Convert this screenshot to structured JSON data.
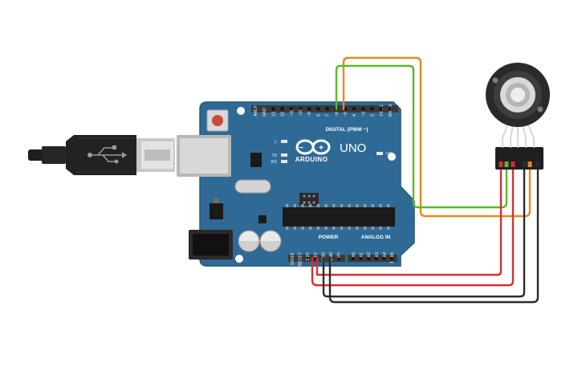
{
  "board": {
    "brand": "ARDUINO",
    "model": "UNO",
    "digital_header": "DIGITAL (PWM ~)",
    "power_header": "POWER",
    "analog_header": "ANALOG IN",
    "led_l": "L",
    "led_tx": "TX",
    "led_rx": "RX",
    "led_on": "ON",
    "digital_pins": [
      "AREF",
      "GND",
      "13",
      "12",
      "~11",
      "~10",
      "~9",
      "8",
      "7",
      "~6",
      "~5",
      "4",
      "~3",
      "2",
      "TX→1",
      "RX←0"
    ],
    "power_pins": [
      "IOREF",
      "RESET",
      "3.3V",
      "5V",
      "GND",
      "GND",
      "Vin"
    ],
    "analog_pins": [
      "A0",
      "A1",
      "A2",
      "A3",
      "A4",
      "A5"
    ]
  },
  "wires": [
    {
      "id": "wire-orange",
      "color": "#e8891b"
    },
    {
      "id": "wire-green",
      "color": "#5cb82b"
    },
    {
      "id": "wire-red-1",
      "color": "#d32f2f"
    },
    {
      "id": "wire-red-2",
      "color": "#d32f2f"
    },
    {
      "id": "wire-black-1",
      "color": "#2b2b2b"
    },
    {
      "id": "wire-black-2",
      "color": "#2b2b2b"
    }
  ],
  "colors": {
    "board": "#2f6a96",
    "board_edge": "#245678",
    "header": "#3a3a3a"
  }
}
